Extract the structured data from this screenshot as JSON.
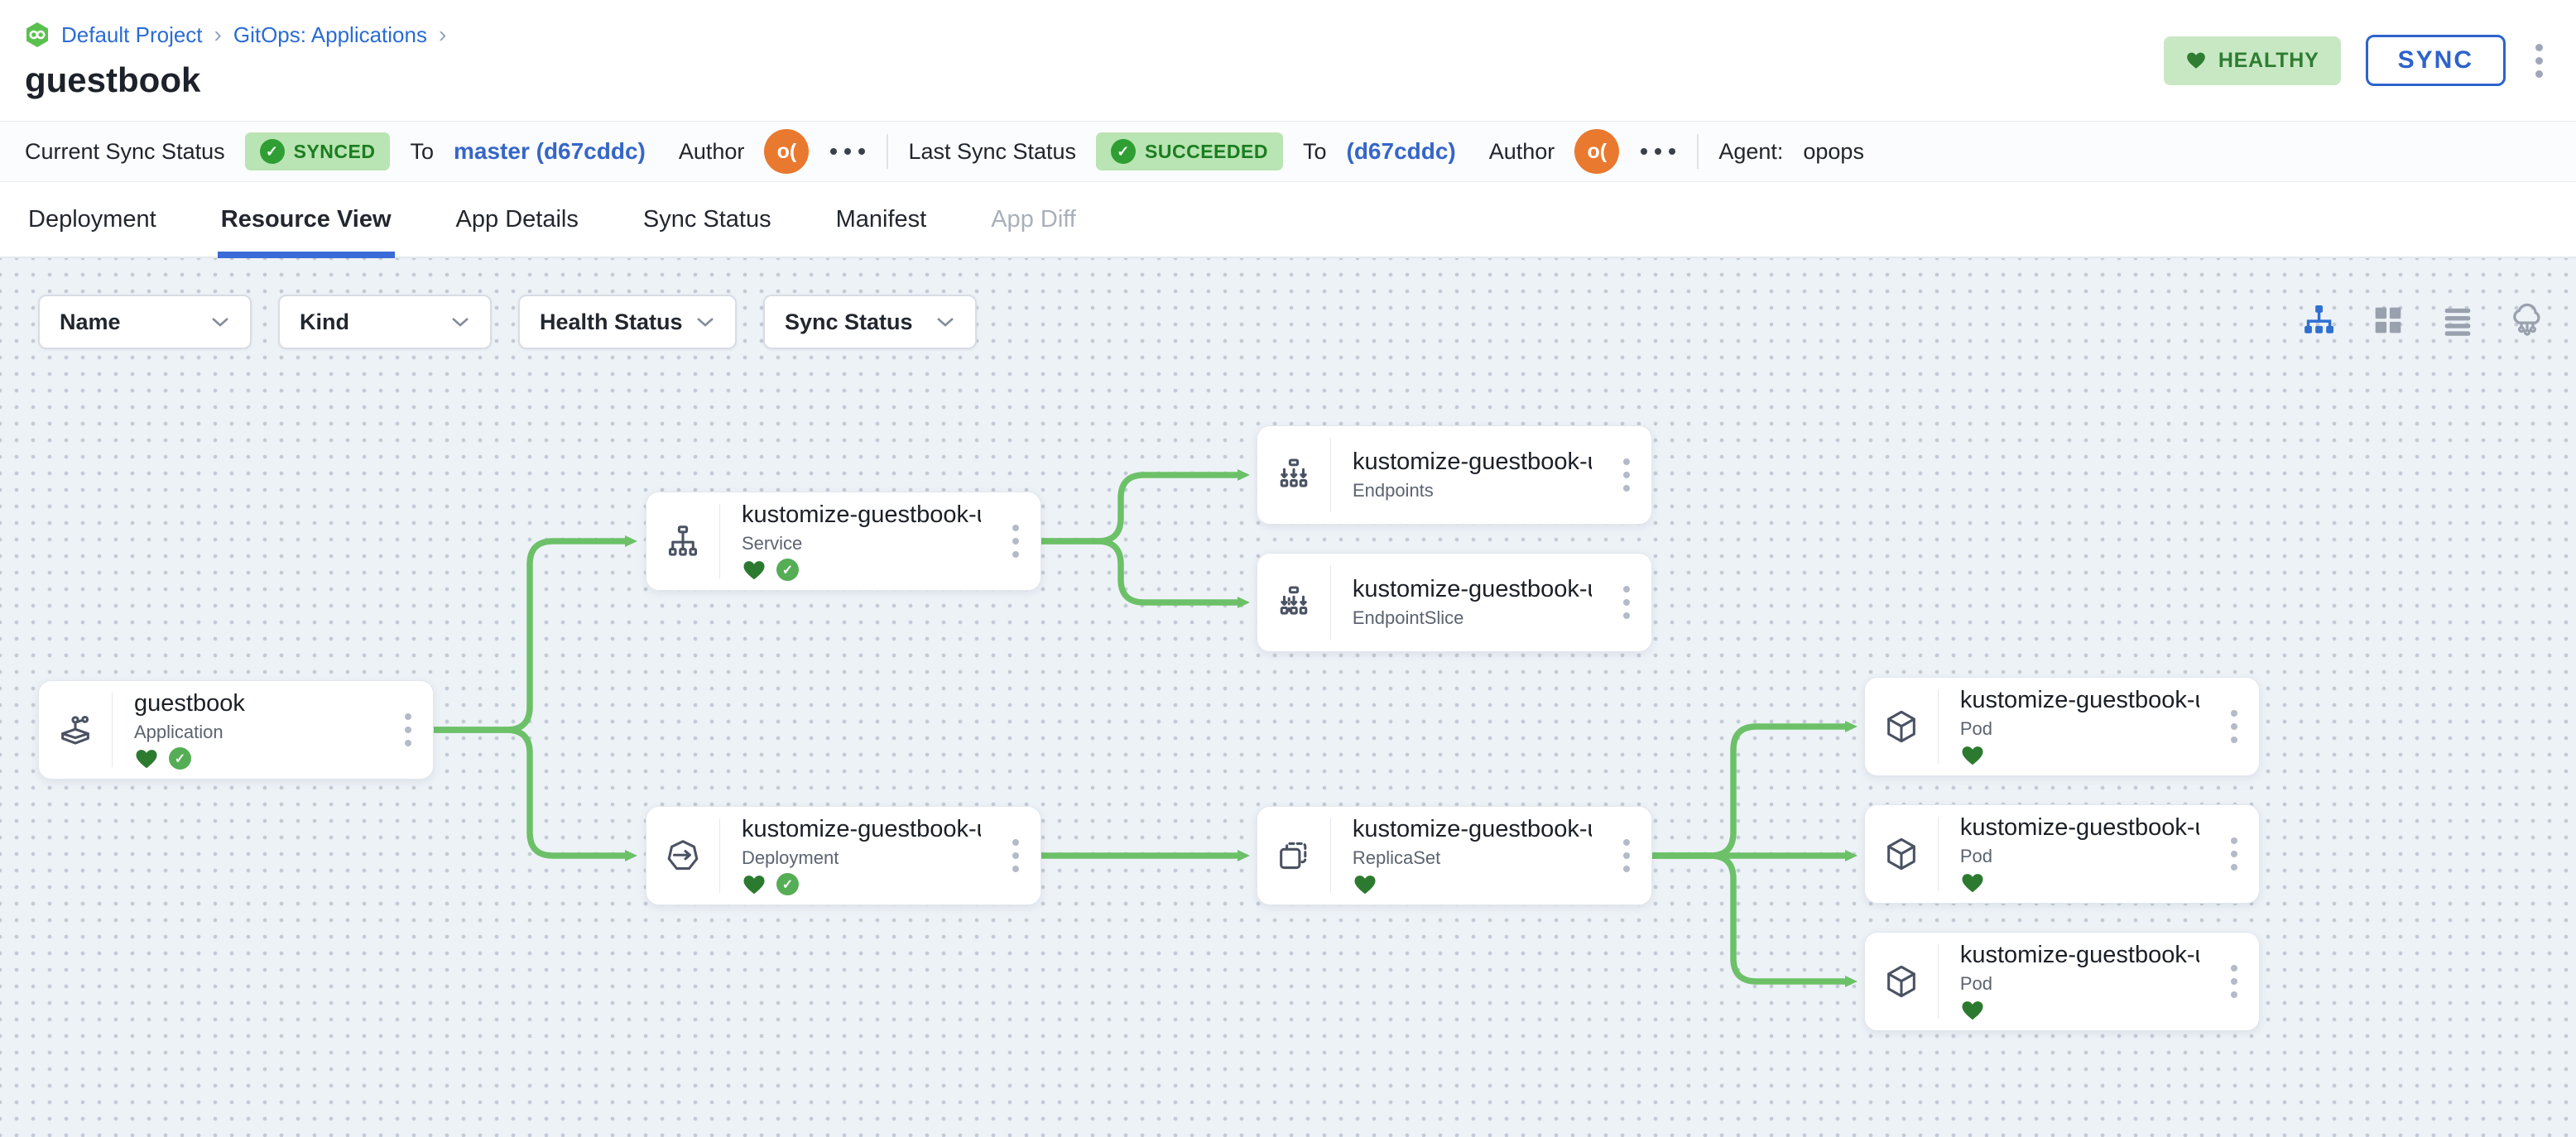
{
  "app": {
    "breadcrumb": {
      "items": [
        "Default Project",
        "GitOps: Applications"
      ],
      "separator": "›"
    },
    "title": "guestbook"
  },
  "header": {
    "health_badge": "HEALTHY",
    "sync_button": "SYNC"
  },
  "status_bar": {
    "current_label": "Current Sync Status",
    "current_badge": "SYNCED",
    "current_to_label": "To",
    "current_revision": "master (d67cddc)",
    "author_label": "Author",
    "author_avatar": "o(",
    "last_label": "Last Sync Status",
    "last_badge": "SUCCEEDED",
    "last_to_label": "To",
    "last_revision": "(d67cddc)",
    "agent_label": "Agent:",
    "agent_value": "opops"
  },
  "tabs": [
    {
      "label": "Deployment",
      "state": "default"
    },
    {
      "label": "Resource View",
      "state": "active"
    },
    {
      "label": "App Details",
      "state": "default"
    },
    {
      "label": "Sync Status",
      "state": "default"
    },
    {
      "label": "Manifest",
      "state": "default"
    },
    {
      "label": "App Diff",
      "state": "disabled"
    }
  ],
  "filters": [
    {
      "label": "Name"
    },
    {
      "label": "Kind"
    },
    {
      "label": "Health Status"
    },
    {
      "label": "Sync Status"
    }
  ],
  "view_toggles": [
    {
      "icon": "tree-view-icon",
      "active": true
    },
    {
      "icon": "grid-view-icon",
      "active": false
    },
    {
      "icon": "list-view-icon",
      "active": false
    },
    {
      "icon": "cloud-view-icon",
      "active": false
    }
  ],
  "graph": {
    "nodes": [
      {
        "title": "guestbook",
        "kind": "Application",
        "healthy": true,
        "synced": true
      },
      {
        "title": "kustomize-guestbook-ui",
        "kind": "Service",
        "healthy": true,
        "synced": true
      },
      {
        "title": "kustomize-guestbook-ui",
        "kind": "Endpoints",
        "healthy": false,
        "synced": false
      },
      {
        "title": "kustomize-guestbook-ui-...",
        "kind": "EndpointSlice",
        "healthy": false,
        "synced": false
      },
      {
        "title": "kustomize-guestbook-ui",
        "kind": "Deployment",
        "healthy": true,
        "synced": true
      },
      {
        "title": "kustomize-guestbook-ui-...",
        "kind": "ReplicaSet",
        "healthy": true,
        "synced": false
      },
      {
        "title": "kustomize-guestbook-ui-...",
        "kind": "Pod",
        "healthy": true,
        "synced": false
      },
      {
        "title": "kustomize-guestbook-ui-...",
        "kind": "Pod",
        "healthy": true,
        "synced": false
      },
      {
        "title": "kustomize-guestbook-ui-...",
        "kind": "Pod",
        "healthy": true,
        "synced": false
      }
    ]
  },
  "colors": {
    "link_blue": "#2b6cd4",
    "accent_blue": "#2d63cb",
    "active_tab_blue": "#3a6bd6",
    "edge_green": "#6cc168",
    "healthy_green": "#2e7d32",
    "synced_green": "#55ad55",
    "badge_bg_green": "#b9e4b3",
    "avatar_orange": "#e9792f",
    "canvas_bg": "#edf2f7"
  }
}
